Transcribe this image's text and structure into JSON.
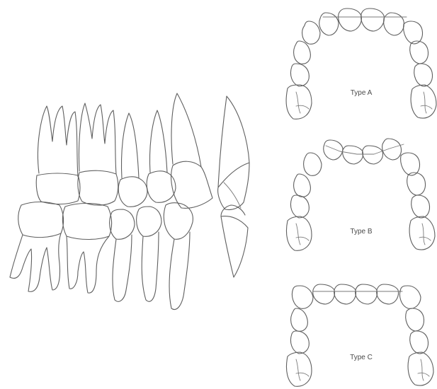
{
  "figure": {
    "arch_labels": [
      "Type A",
      "Type B",
      "Type C"
    ]
  }
}
